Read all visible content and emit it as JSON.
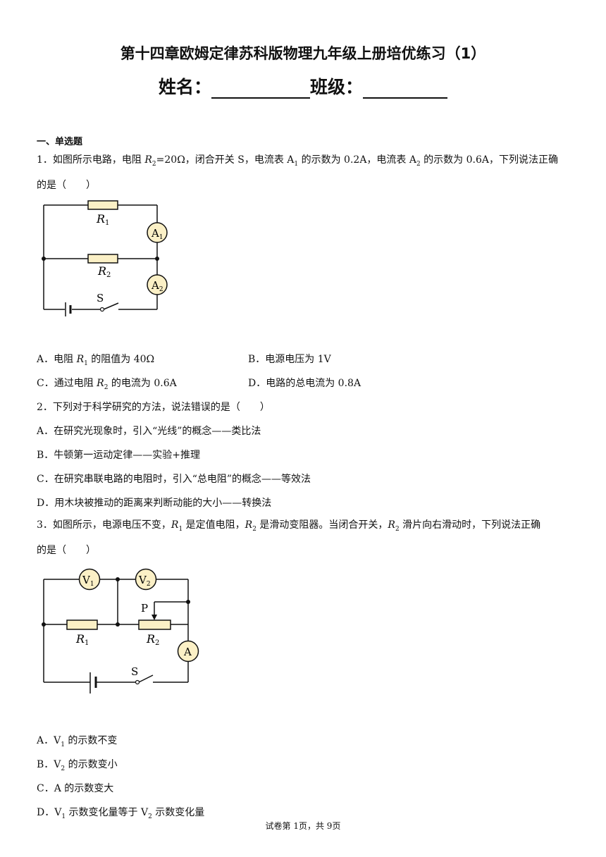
{
  "title": "第十四章欧姆定律苏科版物理九年级上册培优练习（1）",
  "name_label": "姓名：",
  "class_label": "班级：",
  "section_title": "一、单选题",
  "q1": {
    "num": "1．",
    "t1": "如图所示电路，电阻 ",
    "t2": "=20Ω，闭合开关 S，电流表 A",
    "t3": " 的示数为 0.2A，电流表 A",
    "t4": " 的示数为 0.6A，下列说法正确",
    "t5": "的是（　　）",
    "R": "R",
    "s1": "1",
    "s2": "2",
    "diagram": {
      "r1": "R",
      "r1_sub": "1",
      "r2": "R",
      "r2_sub": "2",
      "a1": "A",
      "a1_sub": "1",
      "a2": "A",
      "a2_sub": "2",
      "s": "S"
    },
    "A": {
      "pre": "A．电阻 ",
      "post": " 的阻值为 40Ω"
    },
    "B": "B．电源电压为 1V",
    "C": {
      "pre": "C．通过电阻 ",
      "post": " 的电流为 0.6A"
    },
    "D": "D．电路的总电流为 0.8A"
  },
  "q2": {
    "stem": "2．下列对于科学研究的方法，说法错误的是（　　）",
    "A": "A．在研究光现象时，引入“光线”的概念——类比法",
    "B": "B．牛顿第一运动定律——实验+推理",
    "C": "C．在研究串联电路的电阻时，引入“总电阻”的概念——等效法",
    "D": "D．用木块被推动的距离来判断动能的大小——转换法"
  },
  "q3": {
    "num": "3．",
    "t1": "如图所示，电源电压不变，",
    "t2": " 是定值电阻，",
    "t3": " 是滑动变阻器。当闭合开关，",
    "t4": " 滑片向右滑动时，下列说法正确",
    "t5": "的是（　　）",
    "R": "R",
    "s1": "1",
    "s2": "2",
    "diagram": {
      "v1": "V",
      "v1_sub": "1",
      "v2": "V",
      "v2_sub": "2",
      "p": "P",
      "r1": "R",
      "r1_sub": "1",
      "r2": "R",
      "r2_sub": "2",
      "a": "A",
      "s": "S"
    },
    "A": {
      "pre": "A．V",
      "sub": "1",
      "post": " 的示数不变"
    },
    "B": {
      "pre": "B．V",
      "sub": "2",
      "post": " 的示数变小"
    },
    "C": "C．A 的示数变大",
    "D": {
      "pre": "D．V",
      "sub1": "1",
      "mid": " 示数变化量等于 V",
      "sub2": "2",
      "post": " 示数变化量"
    }
  },
  "footer": "试卷第 1页，共 9页",
  "colors": {
    "resistor_fill": "#fbf0c6",
    "meter_fill": "#fbf0c6",
    "ink": "#111111"
  }
}
